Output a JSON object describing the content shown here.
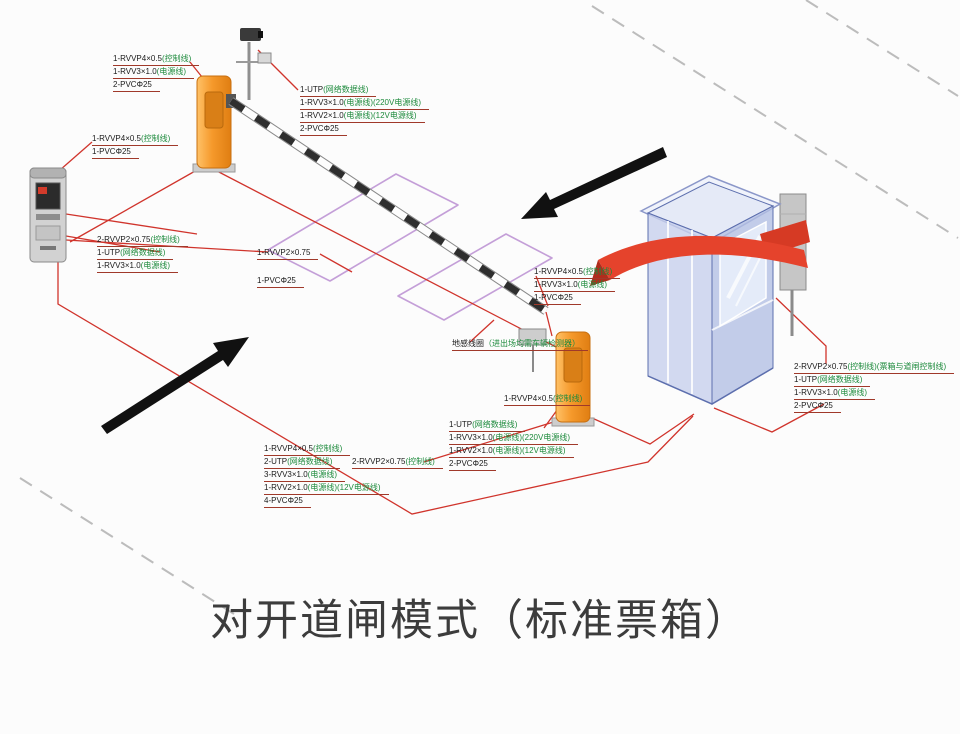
{
  "title": "对开道闸模式（标准票箱）",
  "colors": {
    "wiring_red": "#d0342c",
    "barrier_orange": "#f5992b",
    "booth_blue": "#b8c4e6",
    "ribbon_red": "#e5432c",
    "arrow_black": "#111111",
    "loop_purple": "#c49fd8",
    "label_green": "#1d8a3c"
  },
  "components": [
    {
      "name": "ticket-dispenser"
    },
    {
      "name": "entry-barrier-gate"
    },
    {
      "name": "barrier-arm"
    },
    {
      "name": "camera-pole"
    },
    {
      "name": "exit-barrier-gate"
    },
    {
      "name": "vehicle-detector-box"
    },
    {
      "name": "guard-booth-ticket-box"
    },
    {
      "name": "display-panel"
    },
    {
      "name": "ground-induction-loops"
    },
    {
      "name": "direction-arrows"
    }
  ],
  "callouts": {
    "gate1_top": {
      "lines": [
        {
          "t": "1-RVVP4×0.5",
          "s": "(控制线)"
        },
        {
          "t": "1-RVV3×1.0",
          "s": "(电源线)"
        },
        {
          "t": "2-PVCΦ25",
          "s": ""
        }
      ]
    },
    "reader_left": {
      "lines": [
        {
          "t": "1-RVVP4×0.5",
          "s": "(控制线)"
        },
        {
          "t": "1-PVCΦ25",
          "s": ""
        }
      ]
    },
    "camera_pole": {
      "lines": [
        {
          "t": "1-UTP",
          "s": "(网络数据线)"
        },
        {
          "t": "1-RVV3×1.0",
          "s": "(电源线)(220V电源线)"
        },
        {
          "t": "1-RVV2×1.0",
          "s": "(电源线)(12V电源线)"
        },
        {
          "t": "2-PVCΦ25",
          "s": ""
        }
      ]
    },
    "reader_feed": {
      "lines": [
        {
          "t": "2-RVVP2×0.75",
          "s": "(控制线)"
        },
        {
          "t": "1-UTP",
          "s": "(网络数据线)"
        },
        {
          "t": "1-RVV3×1.0",
          "s": "(电源线)"
        }
      ]
    },
    "center_loop": {
      "lines": [
        {
          "t": "1-RVVP2×0.75",
          "s": ""
        },
        {
          "t": "1-PVCΦ25",
          "s": ""
        }
      ]
    },
    "gate2_top": {
      "lines": [
        {
          "t": "1-RVVP4×0.5",
          "s": "(控制线)"
        },
        {
          "t": "1-RVV3×1.0",
          "s": "(电源线)"
        },
        {
          "t": "1-PVCΦ25",
          "s": ""
        }
      ]
    },
    "ground_loop": {
      "lines": [
        {
          "t": "地感线圈",
          "s": "（进出场均需车辆检测器）"
        }
      ]
    },
    "gate2_bottom": {
      "lines": [
        {
          "t": "1-RVVP4×0.5",
          "s": "(控制线)"
        }
      ]
    },
    "camera2": {
      "lines": [
        {
          "t": "1-UTP",
          "s": "(网络数据线)"
        },
        {
          "t": "1-RVV3×1.0",
          "s": "(电源线)(220V电源线)"
        },
        {
          "t": "1-RVV2×1.0",
          "s": "(电源线)(12V电源线)"
        },
        {
          "t": "2-PVCΦ25",
          "s": ""
        }
      ]
    },
    "trunk_main": {
      "lines": [
        {
          "t": "1-RVVP4×0.5",
          "s": "(控制线)"
        },
        {
          "t": "2-UTP",
          "s": "(网络数据线)"
        },
        {
          "t": "3-RVV3×1.0",
          "s": "(电源线)"
        },
        {
          "t": "1-RVV2×1.0",
          "s": "(电源线)(12V电源线)"
        },
        {
          "t": "4-PVCΦ25",
          "s": ""
        }
      ]
    },
    "trunk_ctrl": {
      "lines": [
        {
          "t": "2-RVVP2×0.75",
          "s": "(控制线)"
        }
      ]
    },
    "booth_right": {
      "lines": [
        {
          "t": "2-RVVP2×0.75",
          "s": "(控制线)(票箱与道闸控制线)"
        },
        {
          "t": "1-UTP",
          "s": "(网络数据线)"
        },
        {
          "t": "1-RVV3×1.0",
          "s": "(电源线)"
        },
        {
          "t": "2-PVCΦ25",
          "s": ""
        }
      ]
    }
  }
}
